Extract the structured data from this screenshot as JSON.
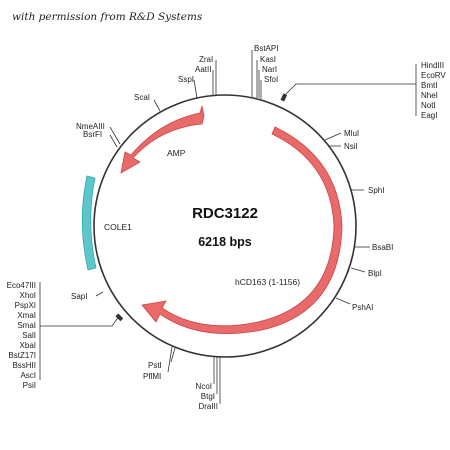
{
  "credit": "with permission from R&D Systems",
  "plasmid": {
    "name": "RDC3122",
    "size": "6218 bps"
  },
  "colors": {
    "backbone": "#333333",
    "orf": "#e96a6a",
    "ori": "#5cc6cc"
  },
  "features": {
    "amp": "AMP",
    "cole1": "COLE1",
    "hcd163": "hCD163 (1-1156)"
  },
  "sites": {
    "bstAPI": "BstAPI",
    "kasI": "KasI",
    "narI": "NarI",
    "sfoI": "SfoI",
    "zraI": "ZraI",
    "aatII": "AatII",
    "sspI": "SspI",
    "scaI": "ScaI",
    "nmeAIII": "NmeAIII",
    "bsrFI": "BsrFI",
    "mluI": "MluI",
    "nsiI": "NsiI",
    "sphI": "SphI",
    "bsaBI": "BsaBI",
    "blpI": "BlpI",
    "pshAI": "PshAI",
    "sapI": "SapI",
    "pstI": "PstI",
    "pflMI": "PflMI",
    "ncoI": "NcoI",
    "btgI": "BtgI",
    "draIII": "DraIII",
    "cluster_right": [
      "HindIII",
      "EcoRV",
      "BmtI",
      "NheI",
      "NotI",
      "EagI"
    ],
    "cluster_left": [
      "Eco47III",
      "XhoI",
      "PspXI",
      "XmaI",
      "SmaI",
      "SalI",
      "XbaI",
      "BstZ17I",
      "BssHII",
      "AscI",
      "PsiI"
    ]
  }
}
